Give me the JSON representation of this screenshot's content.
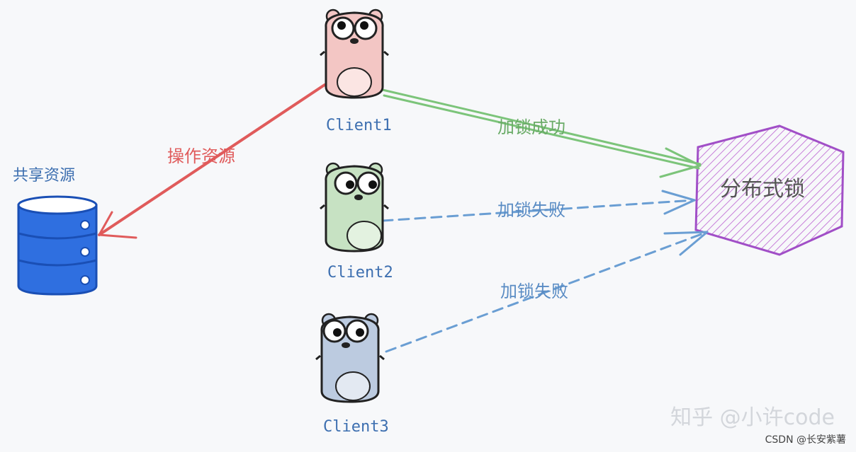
{
  "resource": {
    "label": "共享资源"
  },
  "lock": {
    "label": "分布式锁"
  },
  "clients": [
    {
      "label": "Client1",
      "body_color": "#f3c6c4"
    },
    {
      "label": "Client2",
      "body_color": "#c7e2c3"
    },
    {
      "label": "Client3",
      "body_color": "#bccbe0"
    }
  ],
  "edges": {
    "operate": {
      "label": "操作资源",
      "color": "#e05b5b"
    },
    "lock_success": {
      "label": "加锁成功",
      "color": "#7cc47a"
    },
    "lock_fail_2": {
      "label": "加锁失败",
      "color": "#6a9ed3"
    },
    "lock_fail_3": {
      "label": "加锁失败",
      "color": "#6a9ed3"
    }
  },
  "colors": {
    "db_blue": "#2f6fe0",
    "lock_purple": "#a14fc7"
  },
  "watermark": "知乎 @小许code",
  "credit": "CSDN @长安紫薯"
}
